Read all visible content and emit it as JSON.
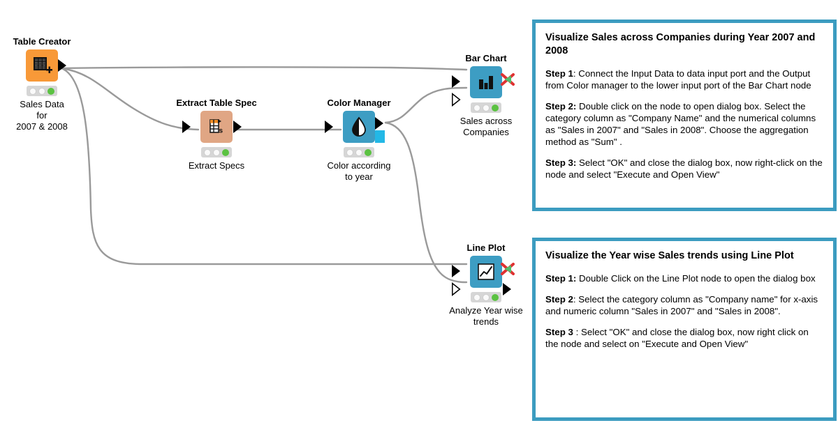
{
  "workflow": {
    "nodes": [
      {
        "id": "table-creator",
        "title": "Table Creator",
        "label": "Sales Data\nfor\n2007 & 2008",
        "icon": "table-grid-plus-icon",
        "color": "#F89938",
        "status": [
          "idle",
          "idle",
          "executed"
        ]
      },
      {
        "id": "extract-table-spec",
        "title": "Extract Table Spec",
        "label": "Extract Specs",
        "icon": "table-spec-icon",
        "color": "#E0A684",
        "status": [
          "idle",
          "idle",
          "executed"
        ]
      },
      {
        "id": "color-manager",
        "title": "Color Manager",
        "label": "Color according\nto year",
        "icon": "color-droplet-icon",
        "color": "#3D9DC3",
        "status": [
          "idle",
          "idle",
          "executed"
        ]
      },
      {
        "id": "bar-chart",
        "title": "Bar Chart",
        "label": "Sales across\nCompanies",
        "icon": "bar-chart-icon",
        "color": "#3D9DC3",
        "status": [
          "idle",
          "idle",
          "executed"
        ]
      },
      {
        "id": "line-plot",
        "title": "Line Plot",
        "label": "Analyze Year wise\ntrends",
        "icon": "line-plot-icon",
        "color": "#3D9DC3",
        "status": [
          "idle",
          "idle",
          "executed"
        ]
      }
    ],
    "connection_color": "#9A9A9A"
  },
  "annotations": [
    {
      "id": "annotation-bar-chart",
      "border_color": "#3C9CC0",
      "title": "Visualize Sales across Companies during Year 2007 and 2008",
      "steps": [
        {
          "label": "Step 1",
          "text": ": Connect the Input Data to data input port and the Output from Color manager to the lower input port of the Bar Chart node"
        },
        {
          "label": "Step 2:",
          "text": " Double click on the node to open dialog box. Select the category column as \"Company Name\" and the numerical columns as \"Sales in 2007\" and \"Sales in 2008\". Choose the aggregation method as \"Sum\" ."
        },
        {
          "label": "Step 3:",
          "text": " Select \"OK\" and close the dialog box, now right-click on the node and select  \"Execute and Open View\""
        }
      ]
    },
    {
      "id": "annotation-line-plot",
      "border_color": "#3C9CC0",
      "title": "Visualize the Year wise Sales trends using Line Plot",
      "steps": [
        {
          "label": "Step 1:",
          "text": " Double Click on the  Line Plot node to open the dialog box"
        },
        {
          "label": "Step 2",
          "text": ": Select the category column as \"Company name\" for x-axis and numeric column \"Sales in 2007\" and \"Sales in 2008\"."
        },
        {
          "label": "Step 3",
          "text": " : Select \"OK\" and close the dialog box, now right click on the node and select on  \"Execute and Open View\""
        }
      ]
    }
  ]
}
